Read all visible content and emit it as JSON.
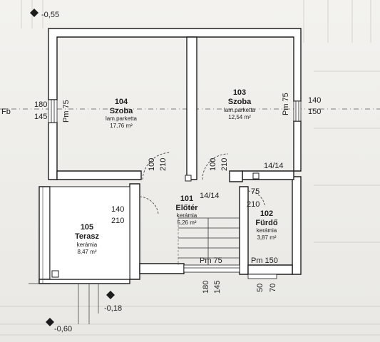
{
  "rooms": [
    {
      "number": "104",
      "name": "Szoba",
      "floor": "lam.parketta",
      "area": "17,76 m²"
    },
    {
      "number": "103",
      "name": "Szoba",
      "floor": "lam.parketta",
      "area": "12,54 m²"
    },
    {
      "number": "105",
      "name": "Terasz",
      "floor": "kerámia",
      "area": "8,47 m²"
    },
    {
      "number": "101",
      "name": "Előtér",
      "floor": "kerámia",
      "area": "5,26 m²"
    },
    {
      "number": "102",
      "name": "Fürdő",
      "floor": "kerámia",
      "area": "3,87 m²"
    }
  ],
  "levels": {
    "top": "-0,55",
    "terrace": "-0,18",
    "bottom": "-0,60"
  },
  "labels": {
    "fb": "Fb",
    "d180": "180",
    "d145": "145",
    "pm75_left": "Pm 75",
    "d140_right": "140",
    "d150_right": "150",
    "pm75_right": "Pm 75",
    "door100a": "100",
    "door210a": "210",
    "door100b": "100",
    "door210b": "210",
    "stair14_14a": "14/14",
    "stair14_14b": "14/14",
    "d140_mid": "140",
    "d210_mid": "210",
    "d75_bath": "75",
    "d210_bath": "210",
    "pm75_bottom": "Pm 75",
    "pm150_bottom": "Pm 150",
    "d180_bottom": "180",
    "d145_bottom": "145",
    "d50_bottom": "50",
    "d70_bottom": "70"
  }
}
